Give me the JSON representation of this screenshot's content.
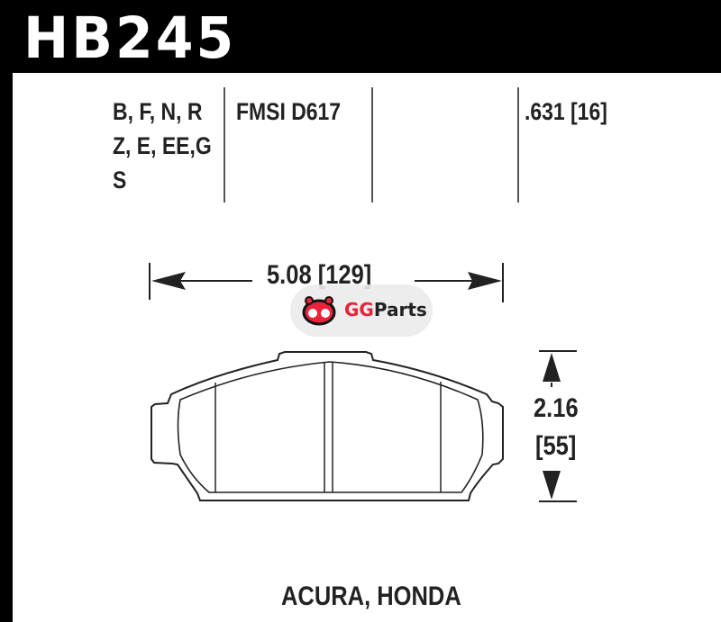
{
  "part_number": "HB245",
  "compounds": [
    "B, F, N, R",
    "Z, E, EE,G",
    "S"
  ],
  "fmsi": "FMSI D617",
  "thickness": ".631 [16]",
  "width_dim": "5.08 [129]",
  "height_dim": [
    "2.16",
    "[55]"
  ],
  "applications": "ACURA, HONDA",
  "watermark": {
    "brand": "GG",
    "suffix": "Parts"
  }
}
